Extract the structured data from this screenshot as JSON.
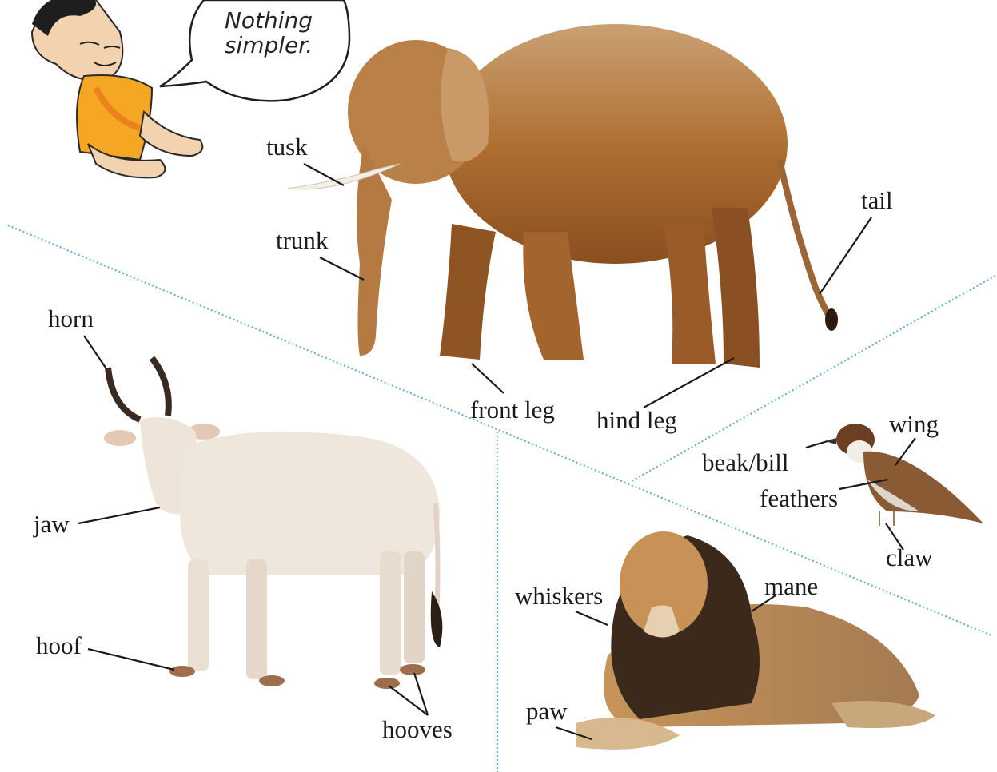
{
  "speech_bubble": {
    "line1": "Nothing",
    "line2": "simpler."
  },
  "labels": {
    "tusk": "tusk",
    "trunk": "trunk",
    "tail": "tail",
    "front_leg": "front leg",
    "hind_leg": "hind leg",
    "horn": "horn",
    "jaw": "jaw",
    "hoof": "hoof",
    "hooves": "hooves",
    "wing": "wing",
    "beak_bill": "beak/bill",
    "feathers": "feathers",
    "claw": "claw",
    "whiskers": "whiskers",
    "mane": "mane",
    "paw": "paw"
  },
  "colors": {
    "elephant": "#b8793a",
    "cow": "#efe6dc",
    "lion": "#c08a4e",
    "mane": "#3b2a1c",
    "sparrow": "#8a5a35",
    "divider": "#6aaed6",
    "shirt": "#f5a623"
  }
}
